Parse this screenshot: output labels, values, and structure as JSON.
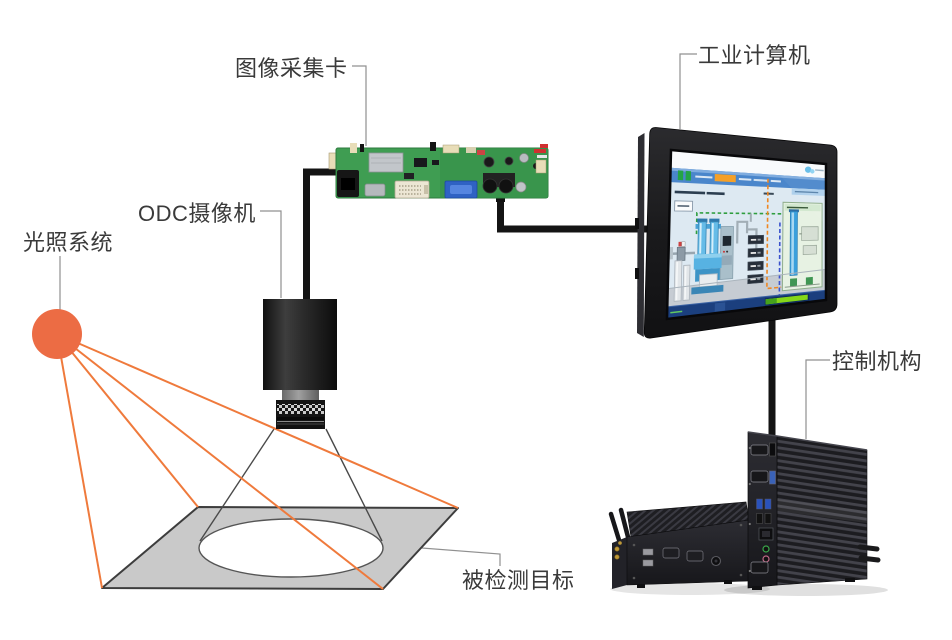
{
  "diagram": {
    "type": "machine-vision-inspection-system",
    "labels": {
      "lighting": "光照系统",
      "camera": "ODC摄像机",
      "capture_card": "图像采集卡",
      "industrial_pc": "工业计算机",
      "controller": "控制机构",
      "target": "被检测目标"
    },
    "colors": {
      "light_source_orange": "#EC6C44",
      "ray_orange": "#EF7A3C",
      "label_text": "#3A3A3A",
      "leader_line": "#909090",
      "cable": "#141414",
      "target_surface": "#C9C9C9",
      "pcb_green": "#3F9D52",
      "scada_toolbar": "#4A86CB",
      "scada_panel_green": "#E7F2E3",
      "scada_progress_green": "#85D619",
      "scada_alarm_orange": "#EF8722"
    }
  }
}
